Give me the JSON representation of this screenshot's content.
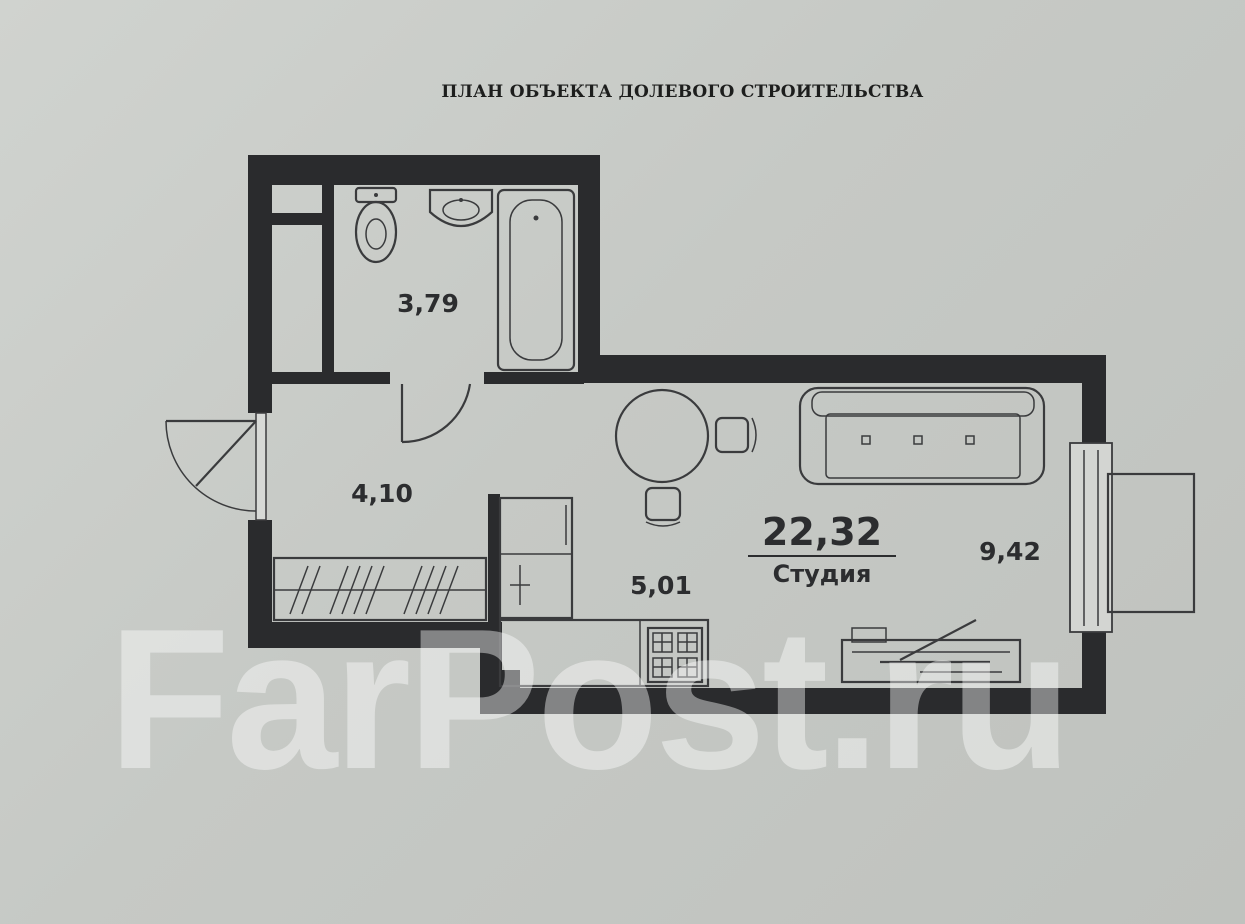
{
  "document": {
    "title": "ПЛАН ОБЪЕКТА ДОЛЕВОГО СТРОИТЕЛЬСТВА"
  },
  "rooms": {
    "bathroom_area": "3,79",
    "hallway_area": "4,10",
    "kitchen_area": "5,01",
    "living_area": "9,42"
  },
  "total": {
    "area": "22,32",
    "type": "Студия"
  },
  "watermark": {
    "text": "FarPost.ru"
  },
  "colors": {
    "paper": "#c7cac6",
    "walls": "#2a2b2d",
    "text": "#2c2d2f"
  }
}
